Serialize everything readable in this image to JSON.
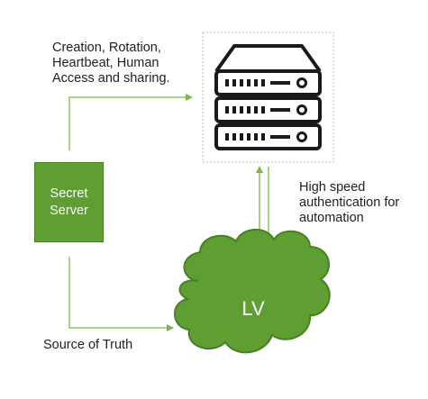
{
  "diagram": {
    "secret_server_label": "Secret\nServer",
    "cloud_label": "LV",
    "top_arrow_label": "Creation, Rotation, Heartbeat, Human Access and sharing.",
    "right_arrow_label": "High speed authentication for automation",
    "bottom_arrow_label": "Source of Truth",
    "server_icon": "server-rack-icon",
    "colors": {
      "green_fill": "#5f9e33",
      "green_line": "#7fb646",
      "text": "#1f1f1f"
    }
  }
}
